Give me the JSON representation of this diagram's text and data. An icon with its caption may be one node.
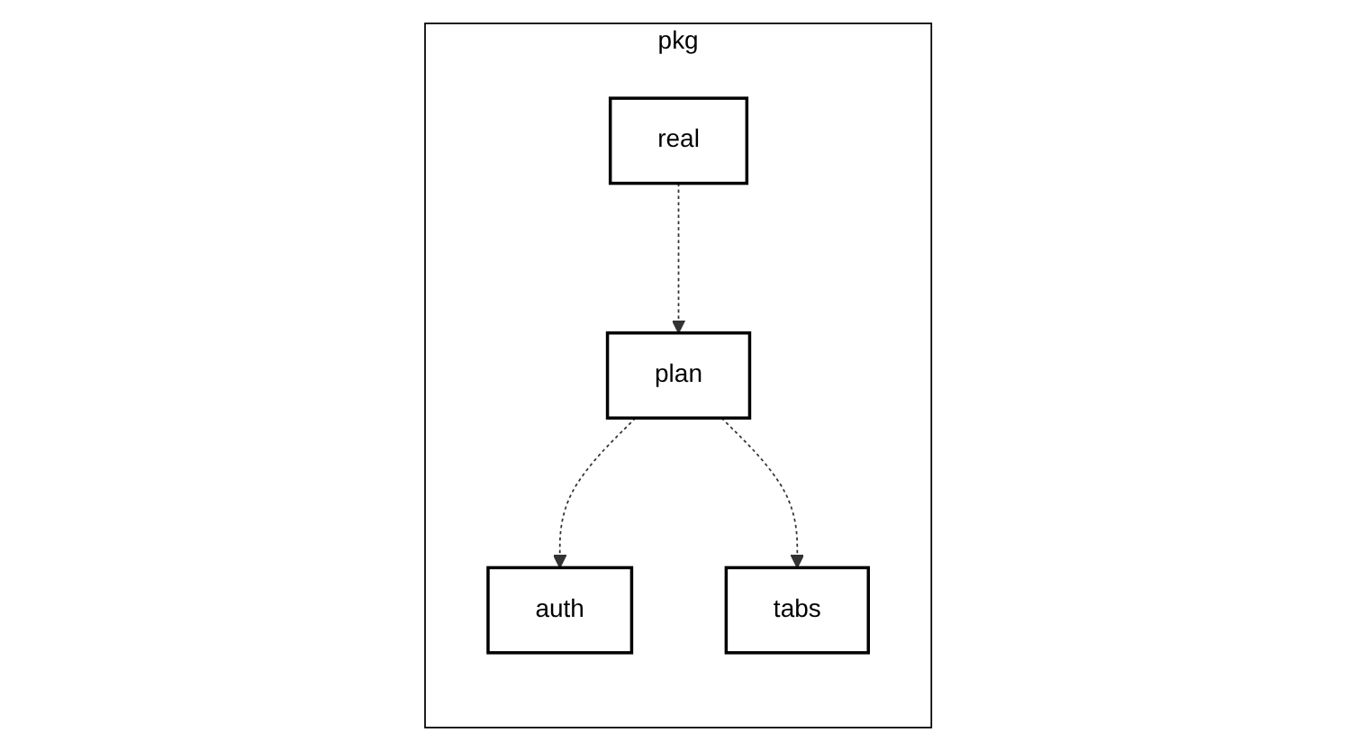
{
  "diagram": {
    "nodes": [
      {
        "text": [
          "pkg"
        ]
      },
      {
        "text": [
          "auth"
        ],
        "in": 0
      },
      {
        "text": [
          "plan"
        ],
        "in": 0
      },
      {
        "text": [
          "real"
        ],
        "in": 0
      },
      {
        "text": [
          "tabs"
        ],
        "in": 0
      }
    ],
    "edges": [
      {
        "from": 2,
        "to": 1,
        "arrow": "to",
        "style": "dashed"
      },
      {
        "from": 3,
        "to": 2,
        "arrow": "to",
        "style": "dashed"
      },
      {
        "from": 2,
        "to": 4,
        "arrow": "to",
        "style": "dashed"
      }
    ]
  }
}
